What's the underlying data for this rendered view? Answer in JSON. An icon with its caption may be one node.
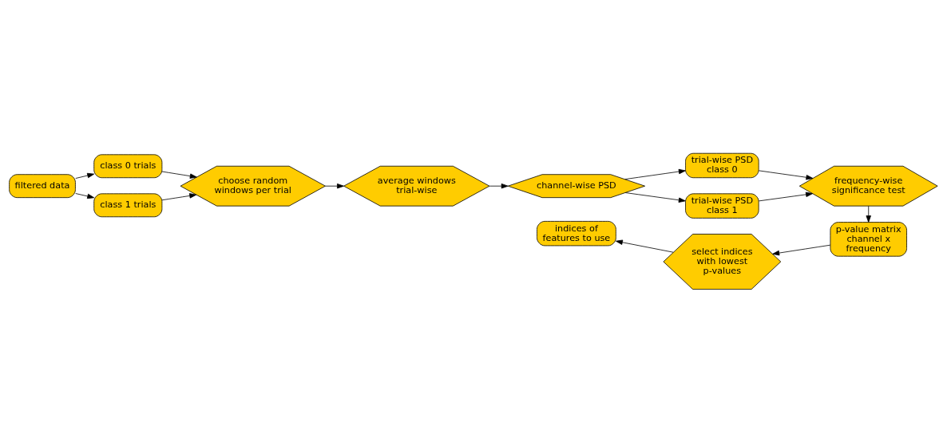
{
  "diagram": {
    "nodes": [
      {
        "text": [
          "filtered data"
        ]
      },
      {
        "text": [
          "class 0 trials"
        ]
      },
      {
        "text": [
          "class 1 trials"
        ]
      },
      {
        "text": [
          "choose random windows per trial"
        ]
      },
      {
        "text": [
          "average windows trial-wise"
        ]
      },
      {
        "text": [
          "channel-wise PSD"
        ]
      },
      {
        "text": [
          "trial-wise PSD class 0"
        ]
      },
      {
        "text": [
          "trial-wise PSD class 1"
        ]
      },
      {
        "text": [
          "frequency-wise significance test"
        ]
      },
      {
        "text": [
          "p-value matrix channel x frequency"
        ]
      },
      {
        "text": [
          "select indices with lowest p-values"
        ]
      },
      {
        "text": [
          "indices of features to use"
        ]
      }
    ],
    "edges": [
      {
        "from": 0,
        "to": 1,
        "arrow": "to"
      },
      {
        "from": 0,
        "to": 2,
        "arrow": "to"
      },
      {
        "from": 1,
        "to": 3,
        "arrow": "to"
      },
      {
        "from": 2,
        "to": 3,
        "arrow": "to"
      },
      {
        "from": 3,
        "to": 4,
        "arrow": "to"
      },
      {
        "from": 4,
        "to": 5,
        "arrow": "to"
      },
      {
        "from": 5,
        "to": 6,
        "arrow": "to"
      },
      {
        "from": 5,
        "to": 7,
        "arrow": "to"
      },
      {
        "from": 6,
        "to": 8,
        "arrow": "to"
      },
      {
        "from": 7,
        "to": 8,
        "arrow": "to"
      },
      {
        "from": 8,
        "to": 9,
        "arrow": "to"
      },
      {
        "from": 9,
        "to": 10,
        "arrow": "to"
      },
      {
        "from": 10,
        "to": 11,
        "arrow": "to"
      }
    ]
  }
}
